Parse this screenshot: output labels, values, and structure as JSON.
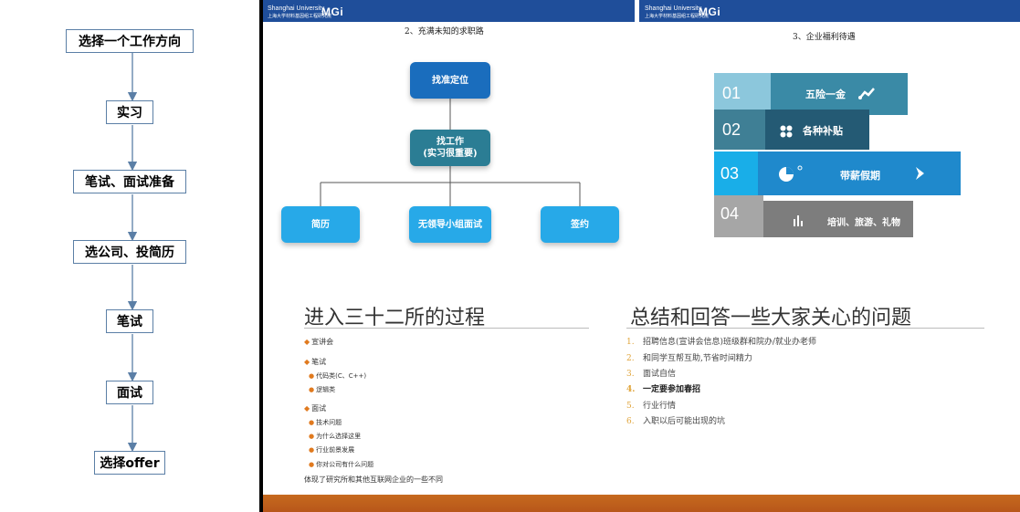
{
  "flowchart": {
    "steps": [
      "选择一个工作方向",
      "实习",
      "笔试、面试准备",
      "选公司、投简历",
      "笔试",
      "面试",
      "选择offer"
    ]
  },
  "slide1": {
    "logo_en": "Shanghai University",
    "logo_cn": "上海大学材料基因组工程研究院",
    "logo_mark": "MGi",
    "caption": "2、充满未知的求职路",
    "nodes": {
      "root": "找准定位",
      "middle_line1": "找工作",
      "middle_line2": "(实习很重要)",
      "leaf1": "简历",
      "leaf2": "无领导小组面试",
      "leaf3": "签约"
    }
  },
  "slide2": {
    "logo_en": "Shanghai University",
    "logo_cn": "上海大学材料基因组工程研究院",
    "logo_mark": "MGi",
    "caption": "3、企业福利待遇",
    "benefits": [
      {
        "num": "01",
        "label": "五险一金",
        "color": "#3a8aa6"
      },
      {
        "num": "02",
        "label": "各种补贴",
        "color": "#245a74"
      },
      {
        "num": "03",
        "label": "带薪假期",
        "color": "#1f89cc"
      },
      {
        "num": "04",
        "label": "培训、旅游、礼物",
        "color": "#7d7d7d"
      }
    ]
  },
  "slide3": {
    "title": "进入三十二所的过程",
    "items": [
      {
        "label": "宣讲会",
        "subs": []
      },
      {
        "label": "笔试",
        "subs": [
          "代码类(C、C++)",
          "逻辑类"
        ]
      },
      {
        "label": "面试",
        "subs": [
          "技术问题",
          "为什么选择这里",
          "行业前景发展",
          "你对公司有什么问题"
        ]
      }
    ],
    "footer": "体现了研究所和其他互联网企业的一些不同"
  },
  "slide4": {
    "title": "总结和回答一些大家关心的问题",
    "items": [
      {
        "n": "1.",
        "text": "招聘信息(宣讲会信息)班级群和院办/就业办老师",
        "bold": false
      },
      {
        "n": "2.",
        "text": "和同学互帮互助,节省时间精力",
        "bold": false
      },
      {
        "n": "3.",
        "text": "面试自信",
        "bold": false
      },
      {
        "n": "4.",
        "text": "一定要参加春招",
        "bold": true
      },
      {
        "n": "5.",
        "text": "行业行情",
        "bold": false
      },
      {
        "n": "6.",
        "text": "入职以后可能出现的坑",
        "bold": false
      }
    ]
  }
}
